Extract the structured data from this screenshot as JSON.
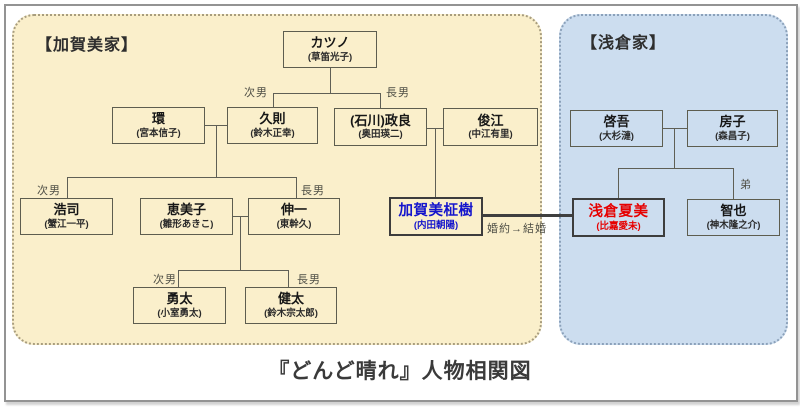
{
  "page_title": "『どんど晴れ』人物相関図",
  "families": {
    "kagami": {
      "title": "【加賀美家】"
    },
    "asakura": {
      "title": "【浅倉家】"
    }
  },
  "people": {
    "katsuno": {
      "name": "カツノ",
      "actor": "(草笛光子)"
    },
    "tamaki": {
      "name": "環",
      "actor": "(宮本信子)"
    },
    "hisanori": {
      "name": "久則",
      "actor": "(鈴木正幸)"
    },
    "masayoshi": {
      "name": "(石川)政良",
      "actor": "(奥田瑛二)"
    },
    "toshie": {
      "name": "俊江",
      "actor": "(中江有里)"
    },
    "koji": {
      "name": "浩司",
      "actor": "(蟹江一平)"
    },
    "emiko": {
      "name": "恵美子",
      "actor": "(雛形あきこ)"
    },
    "shinichi": {
      "name": "伸一",
      "actor": "(東幹久)"
    },
    "masaki": {
      "name": "加賀美柾樹",
      "actor": "(内田朝陽)"
    },
    "yuta": {
      "name": "勇太",
      "actor": "(小室勇太)"
    },
    "kenta": {
      "name": "健太",
      "actor": "(鈴木宗太郎)"
    },
    "keigo": {
      "name": "啓吾",
      "actor": "(大杉漣)"
    },
    "fusako": {
      "name": "房子",
      "actor": "(森昌子)"
    },
    "natsumi": {
      "name": "浅倉夏美",
      "actor": "(比嘉愛未)"
    },
    "tomoya": {
      "name": "智也",
      "actor": "(神木隆之介)"
    }
  },
  "relation_labels": {
    "second_son": "次男",
    "eldest_son": "長男",
    "younger_brother": "弟",
    "engagement": "婚約→結婚"
  },
  "colors": {
    "kagami_panel_bg": "#faefcb",
    "asakura_panel_bg": "#ccddef",
    "accent_blue_name": "#1414cc",
    "accent_red_name": "#e60000",
    "line": "#5f5f55",
    "frame_border": "#939393"
  }
}
